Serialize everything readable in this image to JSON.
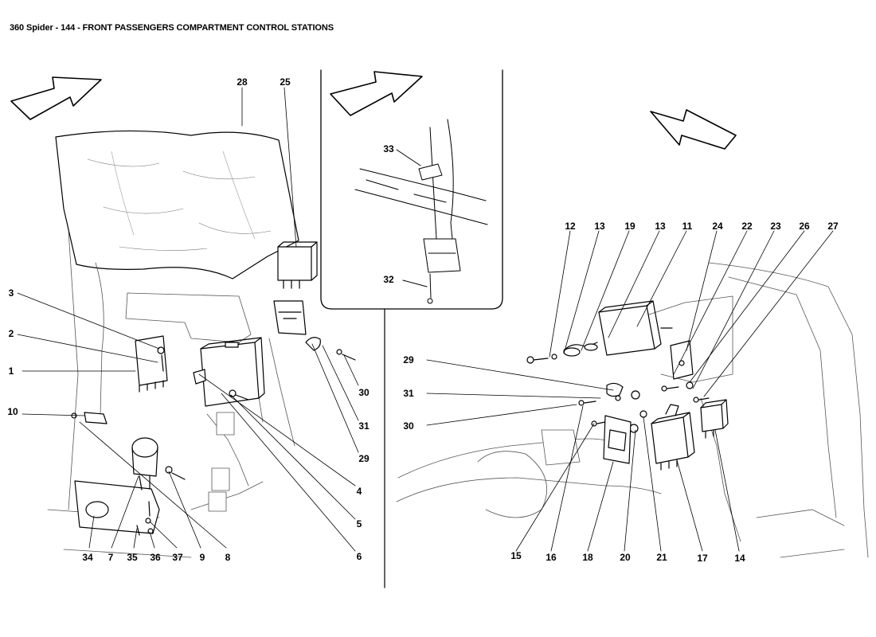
{
  "title": "360 Spider - 144 - FRONT PASSENGERS COMPARTMENT CONTROL STATIONS",
  "callouts": {
    "c1": "1",
    "c2": "2",
    "c3": "3",
    "c4": "4",
    "c5": "5",
    "c6": "6",
    "c7": "7",
    "c8": "8",
    "c9": "9",
    "c10": "10",
    "c11": "11",
    "c12": "12",
    "c13a": "13",
    "c13b": "13",
    "c14": "14",
    "c15": "15",
    "c16": "16",
    "c17": "17",
    "c18": "18",
    "c19": "19",
    "c20": "20",
    "c21": "21",
    "c22": "22",
    "c23": "23",
    "c24": "24",
    "c25": "25",
    "c26": "26",
    "c27": "27",
    "c28": "28",
    "c29a": "29",
    "c29b": "29",
    "c30a": "30",
    "c30b": "30",
    "c31a": "31",
    "c31b": "31",
    "c32": "32",
    "c33": "33",
    "c34": "34",
    "c35": "35",
    "c36": "36",
    "c37": "37"
  }
}
